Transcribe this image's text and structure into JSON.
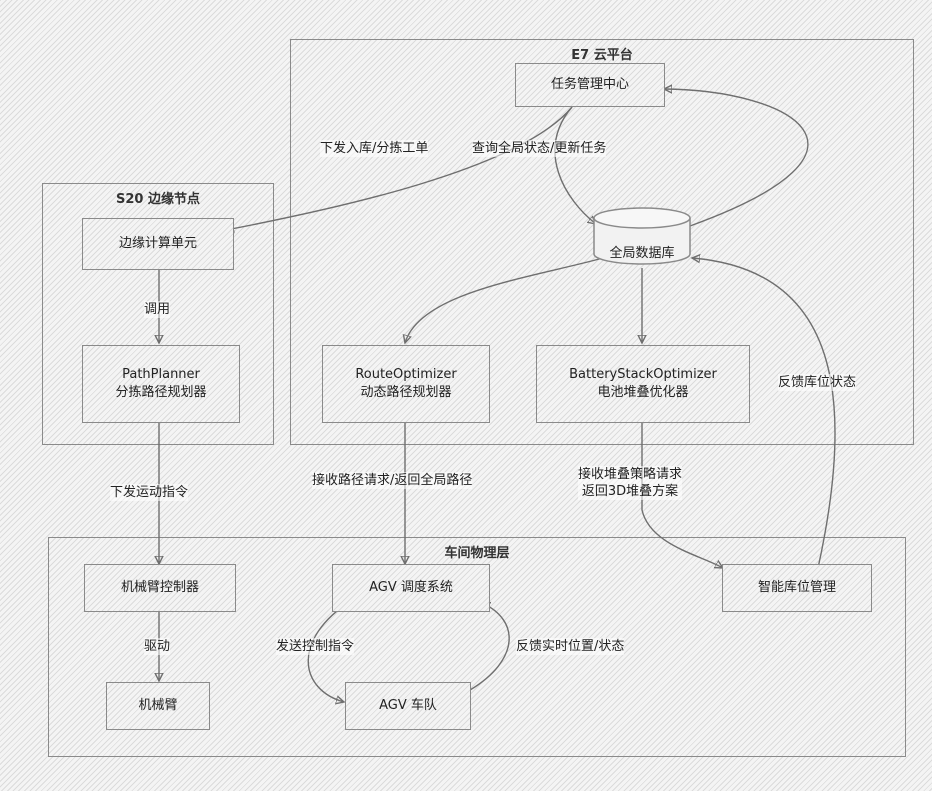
{
  "groups": {
    "e7": "E7 云平台",
    "s20": "S20 边缘节点",
    "workshop": "车间物理层"
  },
  "nodes": {
    "task_center": "任务管理中心",
    "global_db": "全局数据库",
    "edge_unit": "边缘计算单元",
    "path_planner": [
      "PathPlanner",
      "分拣路径规划器"
    ],
    "route_optimizer": [
      "RouteOptimizer",
      "动态路径规划器"
    ],
    "battery_optimizer": [
      "BatteryStackOptimizer",
      "电池堆叠优化器"
    ],
    "arm_controller": "机械臂控制器",
    "agv_dispatch": "AGV 调度系统",
    "smart_storage": "智能库位管理",
    "robot_arm": "机械臂",
    "agv_fleet": "AGV 车队"
  },
  "edges": {
    "issue_orders": "下发入库/分拣工单",
    "query_state": "查询全局状态/更新任务",
    "call": "调用",
    "feedback_storage": "反馈库位状态",
    "send_motion": "下发运动指令",
    "route_request": "接收路径请求/返回全局路径",
    "stack_request": [
      "接收堆叠策略请求",
      "返回3D堆叠方案"
    ],
    "drive": "驱动",
    "send_control": "发送控制指令",
    "feedback_position": "反馈实时位置/状态"
  }
}
